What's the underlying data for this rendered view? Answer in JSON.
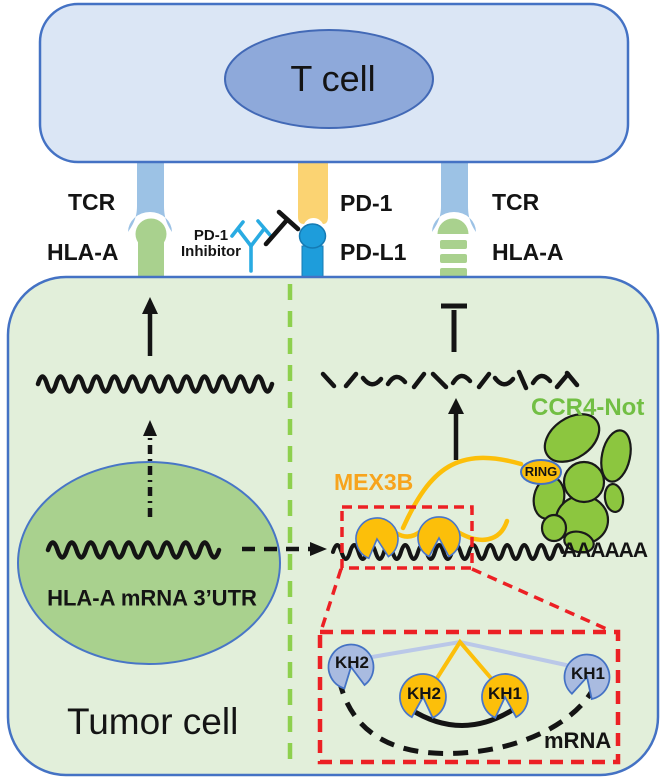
{
  "figure": {
    "t_cell_label": "T cell",
    "tumor_cell_label": "Tumor cell"
  },
  "receptors": {
    "tcr_left_label": "TCR",
    "hla_a_left_label": "HLA-A",
    "pd1_inhibitor_line1": "PD-1",
    "pd1_inhibitor_line2": "Inhibitor",
    "pd1_label": "PD-1",
    "pdl1_label": "PD-L1",
    "tcr_right_label": "TCR",
    "hla_a_right_label": "HLA-A"
  },
  "mrna_pathway": {
    "nucleus_label": "HLA-A mRNA 3’UTR",
    "mex3b_label": "MEX3B",
    "ccr4_not_label": "CCR4-Not",
    "ring_label": "RING",
    "poly_a_tail": "AAAAAA"
  },
  "inset": {
    "kh2_outer_label": "KH2",
    "kh1_outer_label": "KH1",
    "kh2_inner_label": "KH2",
    "kh1_inner_label": "KH1",
    "mrna_label": "mRNA"
  },
  "colors": {
    "t_cell_fill": "#dbe6f5",
    "t_cell_nucleus_fill": "#8ea9da",
    "membrane_stroke": "#4472c4",
    "tcr_blue": "#9cc2e5",
    "hla_green": "#a9d18e",
    "pd1_yellow": "#fbd372",
    "pdl1_cyan": "#1e9ddb",
    "antibody_cyan": "#29abe2",
    "tumor_fill": "#e2efda",
    "nucleus_green": "#a9d18e",
    "divider_green": "#8ed04e",
    "ccr4_cluster_green": "#8cc63f",
    "mex3b_yellow": "#fcbf0a",
    "red_dashed": "#ec2024",
    "kh_blue": "#a9bbe0",
    "inset_link_blue": "#bac8e8"
  }
}
